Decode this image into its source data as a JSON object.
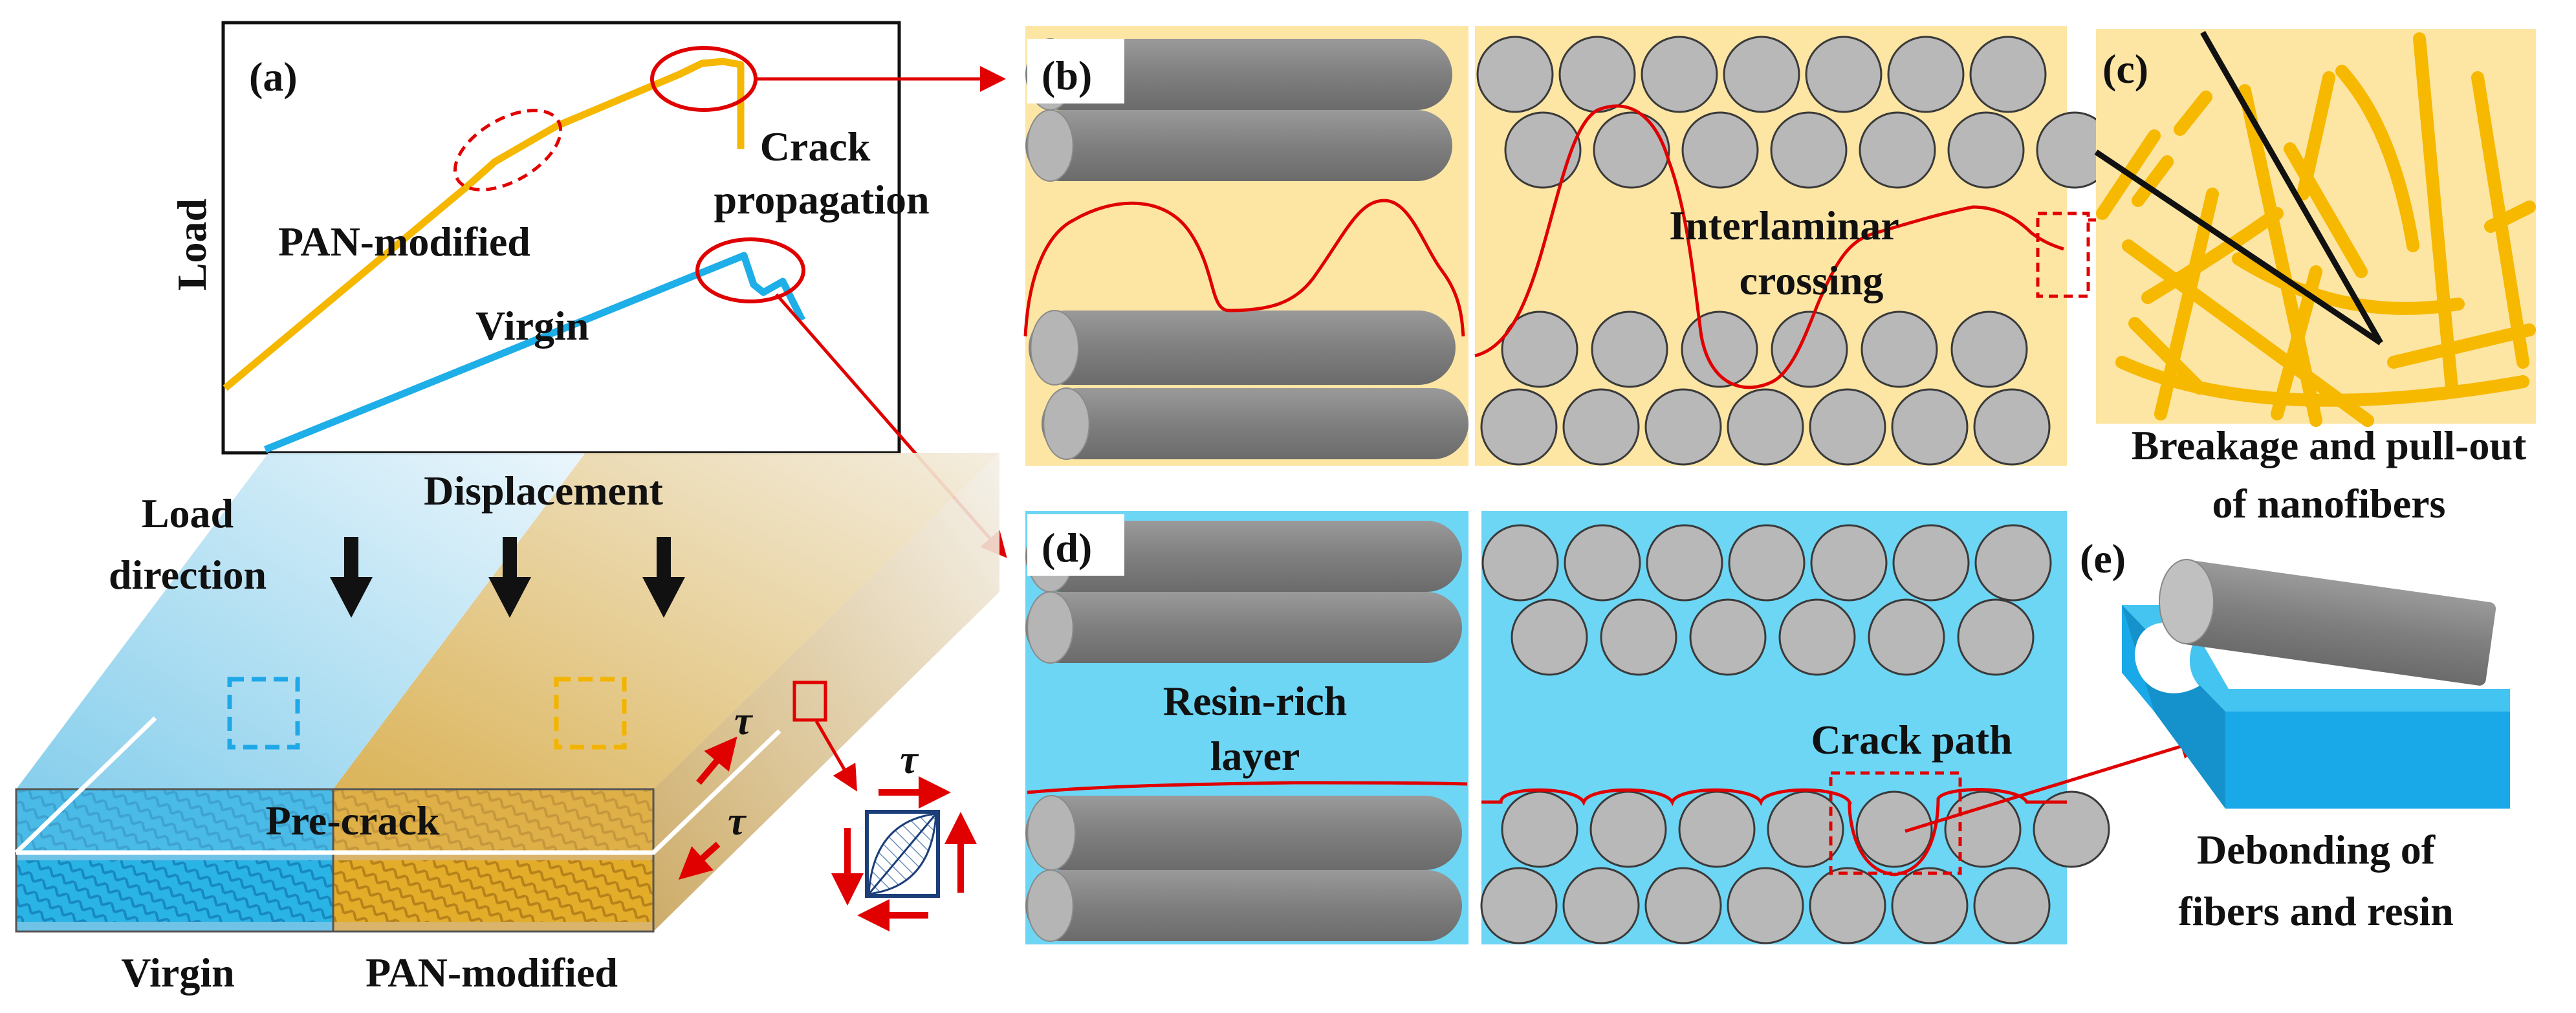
{
  "panel_a": {
    "label": "(a)",
    "y_axis_label": "Load",
    "x_axis_label": "Displacement",
    "series": [
      {
        "name": "PAN-modified",
        "color": "#f5b700"
      },
      {
        "name": "Virgin",
        "color": "#1eaee8"
      }
    ],
    "annotation_line1": "Crack",
    "annotation_line2": "propagation"
  },
  "specimen": {
    "load_line1": "Load",
    "load_line2": "direction",
    "pre_crack": "Pre-crack",
    "virgin_label": "Virgin",
    "pan_label": "PAN-modified",
    "tau_symbol": "τ",
    "colors": {
      "virgin": "#22aee5",
      "pan": "#d9a526",
      "arrow": "#e00000"
    }
  },
  "panel_b": {
    "label": "(b)",
    "text_line1": "Interlaminar",
    "text_line2": "crossing",
    "background": "#fde6a4"
  },
  "panel_c": {
    "label": "(c)",
    "caption_line1": "Breakage and pull-out",
    "caption_line2": "of nanofibers",
    "fiber_color": "#f7b800"
  },
  "panel_d": {
    "label": "(d)",
    "text_line1": "Resin-rich",
    "text_line2": "layer",
    "crack_path": "Crack path",
    "background": "#6dd6f5"
  },
  "panel_e": {
    "label": "(e)",
    "caption_line1": "Debonding of",
    "caption_line2": "fibers and resin",
    "resin_color": "#1aa9e8"
  }
}
